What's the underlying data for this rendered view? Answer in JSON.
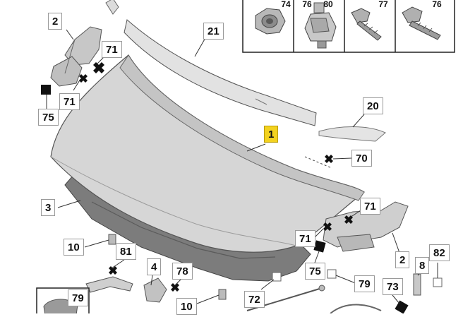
{
  "diagram": {
    "colors": {
      "line": "#333333",
      "part_fill": "#d9d9d9",
      "part_light": "#ececec",
      "dark_part": "#7a7a7a",
      "highlight": "#f3d21f",
      "label_border": "#9a9a9a"
    },
    "labels": {
      "l2a": "2",
      "l71a": "71",
      "l71b": "71",
      "l75a": "75",
      "l21": "21",
      "l20": "20",
      "l1": "1",
      "l70": "70",
      "l3": "3",
      "l71c": "71",
      "l71d": "71",
      "l75b": "75",
      "l2b": "2",
      "l10a": "10",
      "l81": "81",
      "l4": "4",
      "l78": "78",
      "l79a": "79",
      "l10b": "10",
      "l72": "72",
      "l79b": "79",
      "l73": "73",
      "l8": "8",
      "l82": "82"
    },
    "fastener_headers": [
      "74",
      "76",
      "80",
      "77",
      "76"
    ]
  }
}
